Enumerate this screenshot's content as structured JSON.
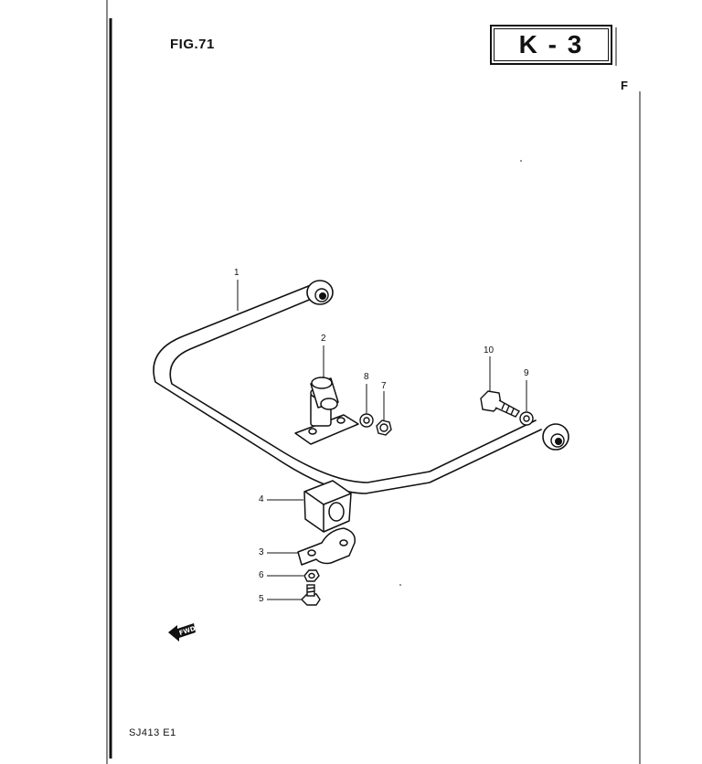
{
  "header": {
    "figure_label": "FIG.71",
    "section_code": "K - 3",
    "edge_char": "F"
  },
  "footer": {
    "model_code": "SJ413 E1"
  },
  "callouts": [
    {
      "id": "1",
      "label": "1"
    },
    {
      "id": "2",
      "label": "2"
    },
    {
      "id": "3",
      "label": "3"
    },
    {
      "id": "4",
      "label": "4"
    },
    {
      "id": "5",
      "label": "5"
    },
    {
      "id": "6",
      "label": "6"
    },
    {
      "id": "7",
      "label": "7"
    },
    {
      "id": "8",
      "label": "8"
    },
    {
      "id": "9",
      "label": "9"
    },
    {
      "id": "10",
      "label": "10"
    }
  ],
  "fwd_arrow": {
    "label": "FWD",
    "icon": "forward-arrow-icon"
  },
  "colors": {
    "ink": "#111111",
    "paper": "#ffffff"
  }
}
